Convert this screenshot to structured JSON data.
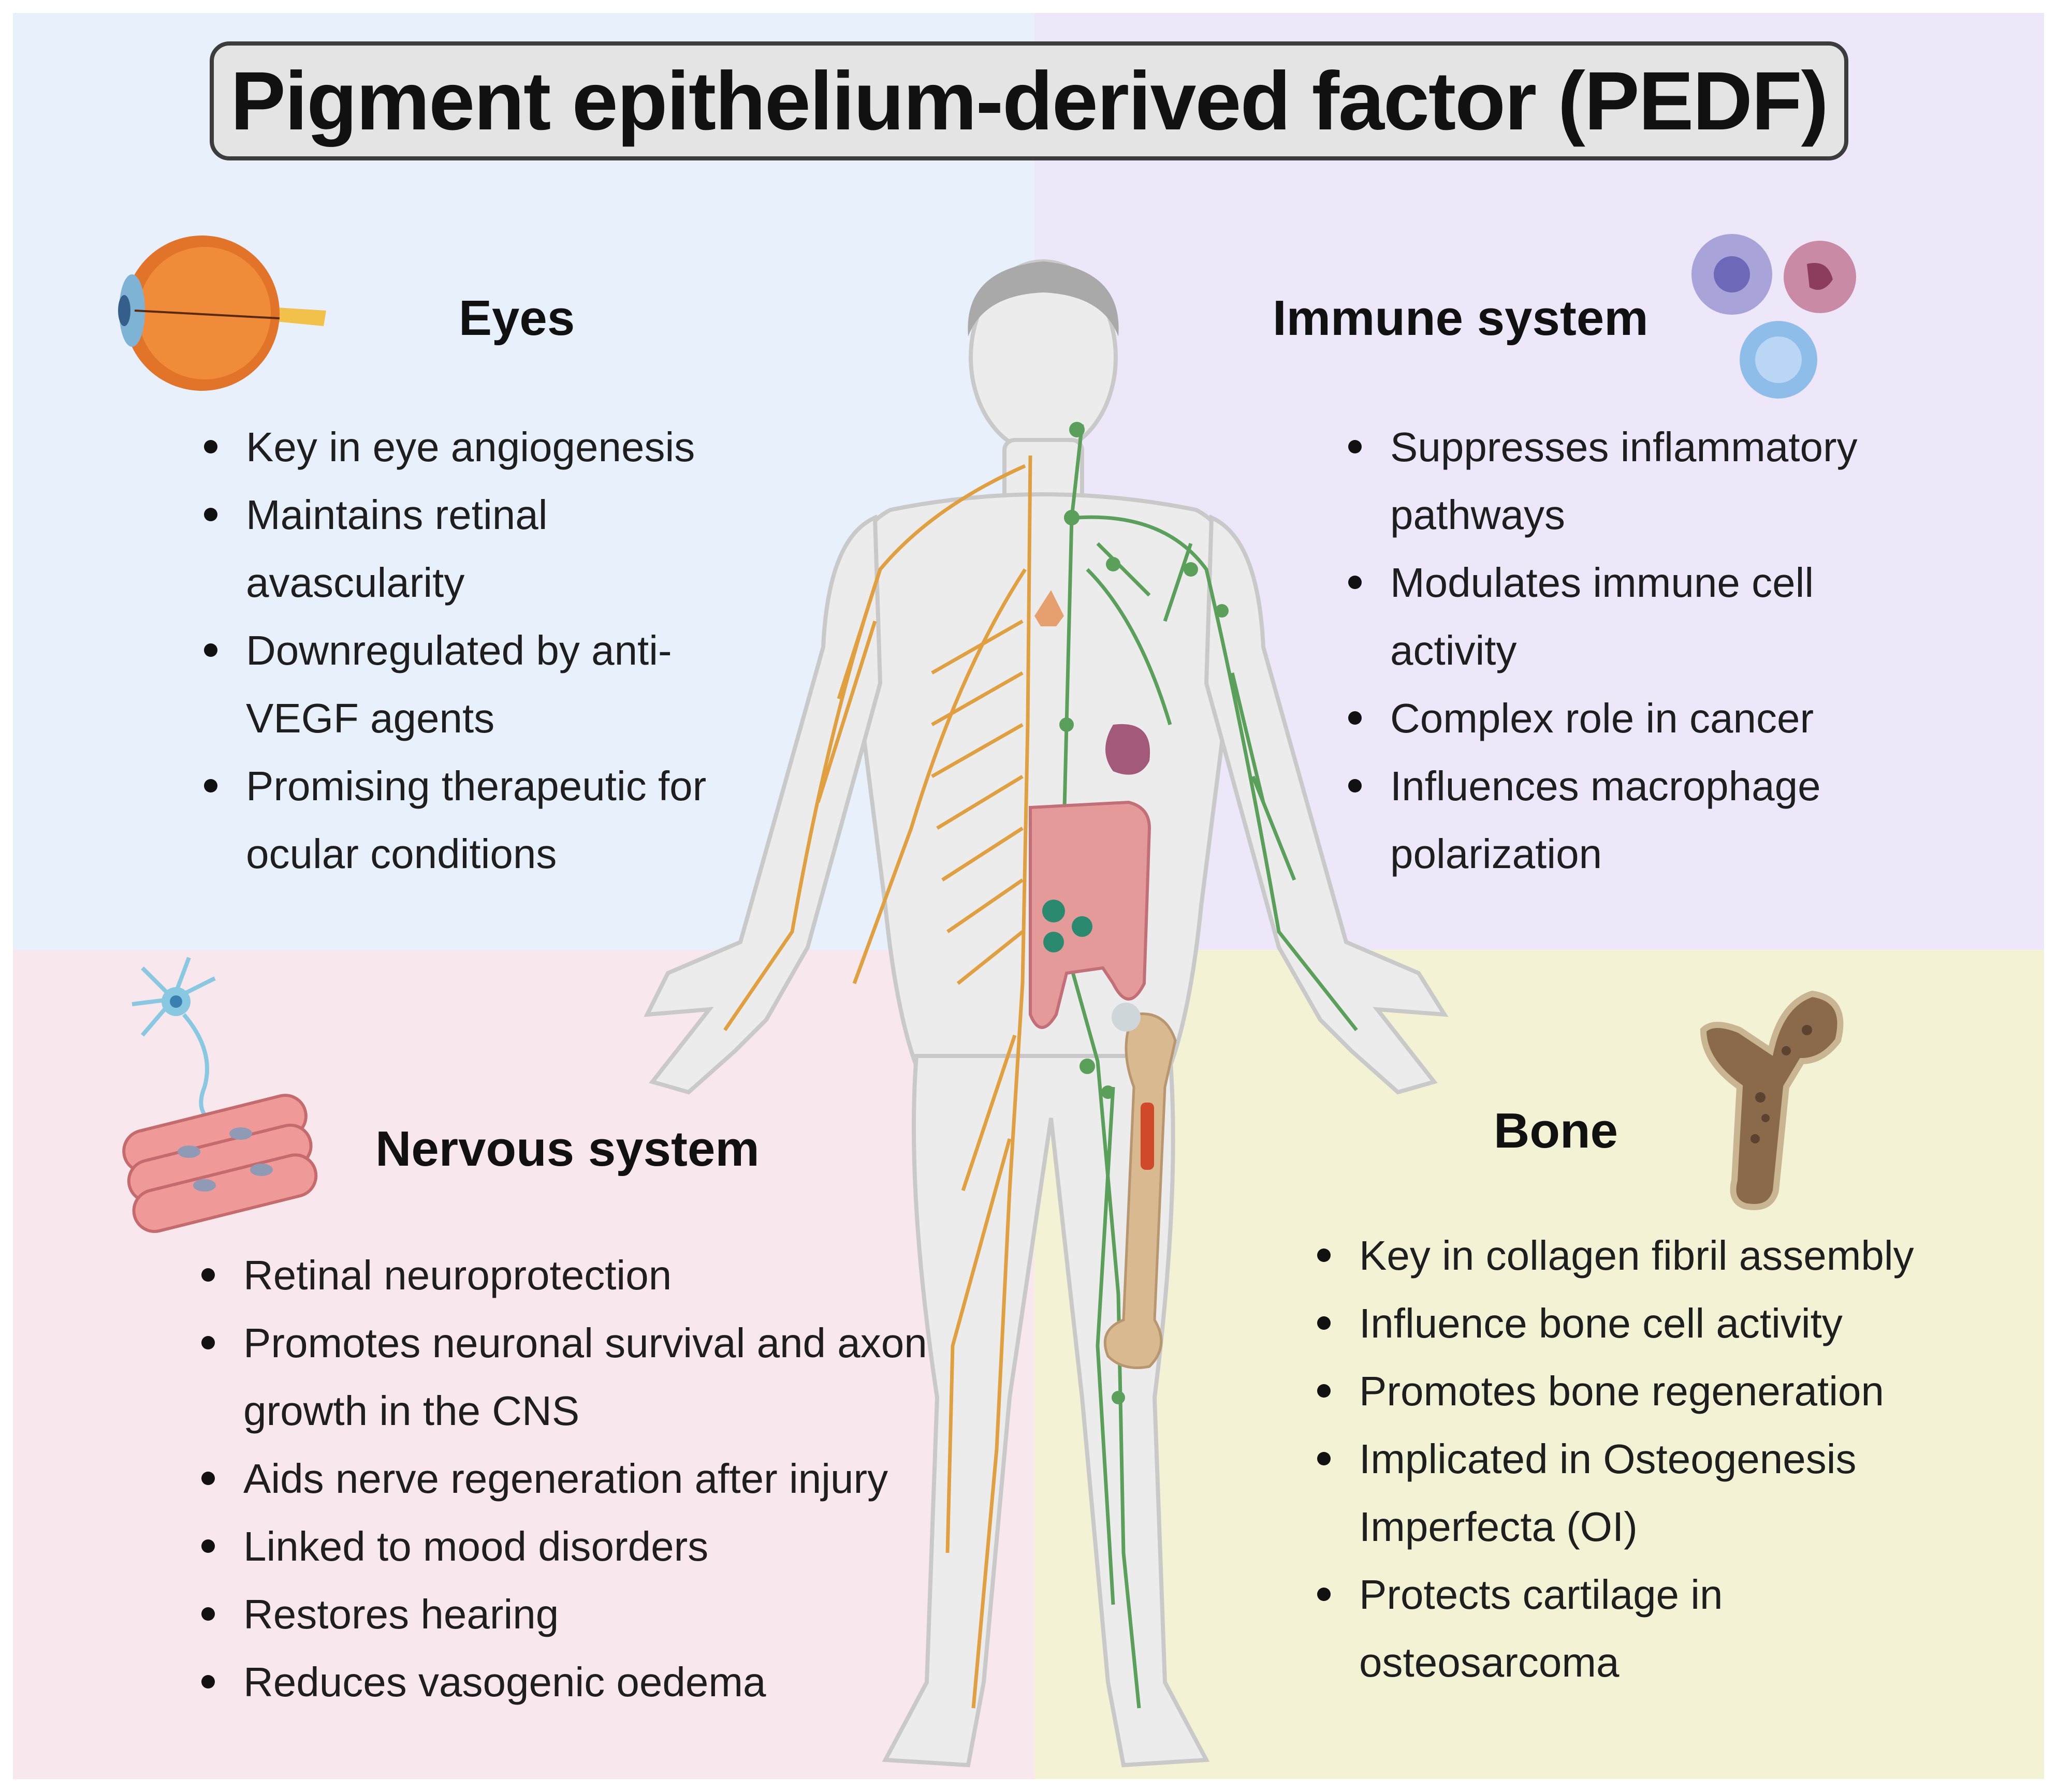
{
  "title": "Pigment epithelium-derived factor (PEDF)",
  "sections": {
    "eyes": {
      "heading": "Eyes",
      "icon": "eye-icon",
      "items": [
        "Key in eye angiogenesis",
        "Maintains retinal avascularity",
        "Downregulated by anti-VEGF agents",
        "Promising therapeutic for ocular conditions"
      ]
    },
    "immune": {
      "heading": "Immune system",
      "icon": "immune-cells-icon",
      "items": [
        "Suppresses inflammatory pathways",
        "Modulates immune cell activity",
        "Complex role in cancer",
        "Influences macrophage polarization"
      ]
    },
    "nervous": {
      "heading": "Nervous system",
      "icon": "neuron-muscle-icon",
      "items": [
        "Retinal neuroprotection",
        "Promotes neuronal survival and axon growth in the CNS",
        "Aids nerve regeneration after injury",
        "Linked to mood disorders",
        "Restores hearing",
        "Reduces vasogenic oedema"
      ]
    },
    "bone": {
      "heading": "Bone",
      "icon": "femur-icon",
      "items": [
        "Key in collagen fibril assembly",
        "Influence bone cell activity",
        "Promotes bone regeneration",
        "Implicated in Osteogenesis Imperfecta (OI)",
        "Protects cartilage in osteosarcoma"
      ]
    }
  },
  "colors": {
    "eyes_bg": "#e8f0fb",
    "immune_bg": "#eee7fa",
    "nervous_bg": "#f8e8ee",
    "bone_bg": "#f3f2d4",
    "nerve": "#e0a040",
    "lymph": "#5aa05a"
  }
}
